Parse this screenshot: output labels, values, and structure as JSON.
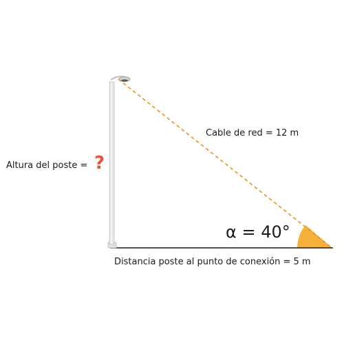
{
  "diagram": {
    "pole_height_label": "Altura del poste =",
    "question_mark": "?",
    "cable_label": "Cable de red = 12 m",
    "distance_label": "Distancia poste al punto de conexión = 5 m",
    "angle_label": "α = 40°",
    "colors": {
      "cable_line": "#e8941f",
      "angle_fill": "#f6b13a",
      "question_mark": "#e8543a",
      "ground_line": "#1a1a1a",
      "pole": "#d8d8d8"
    }
  }
}
